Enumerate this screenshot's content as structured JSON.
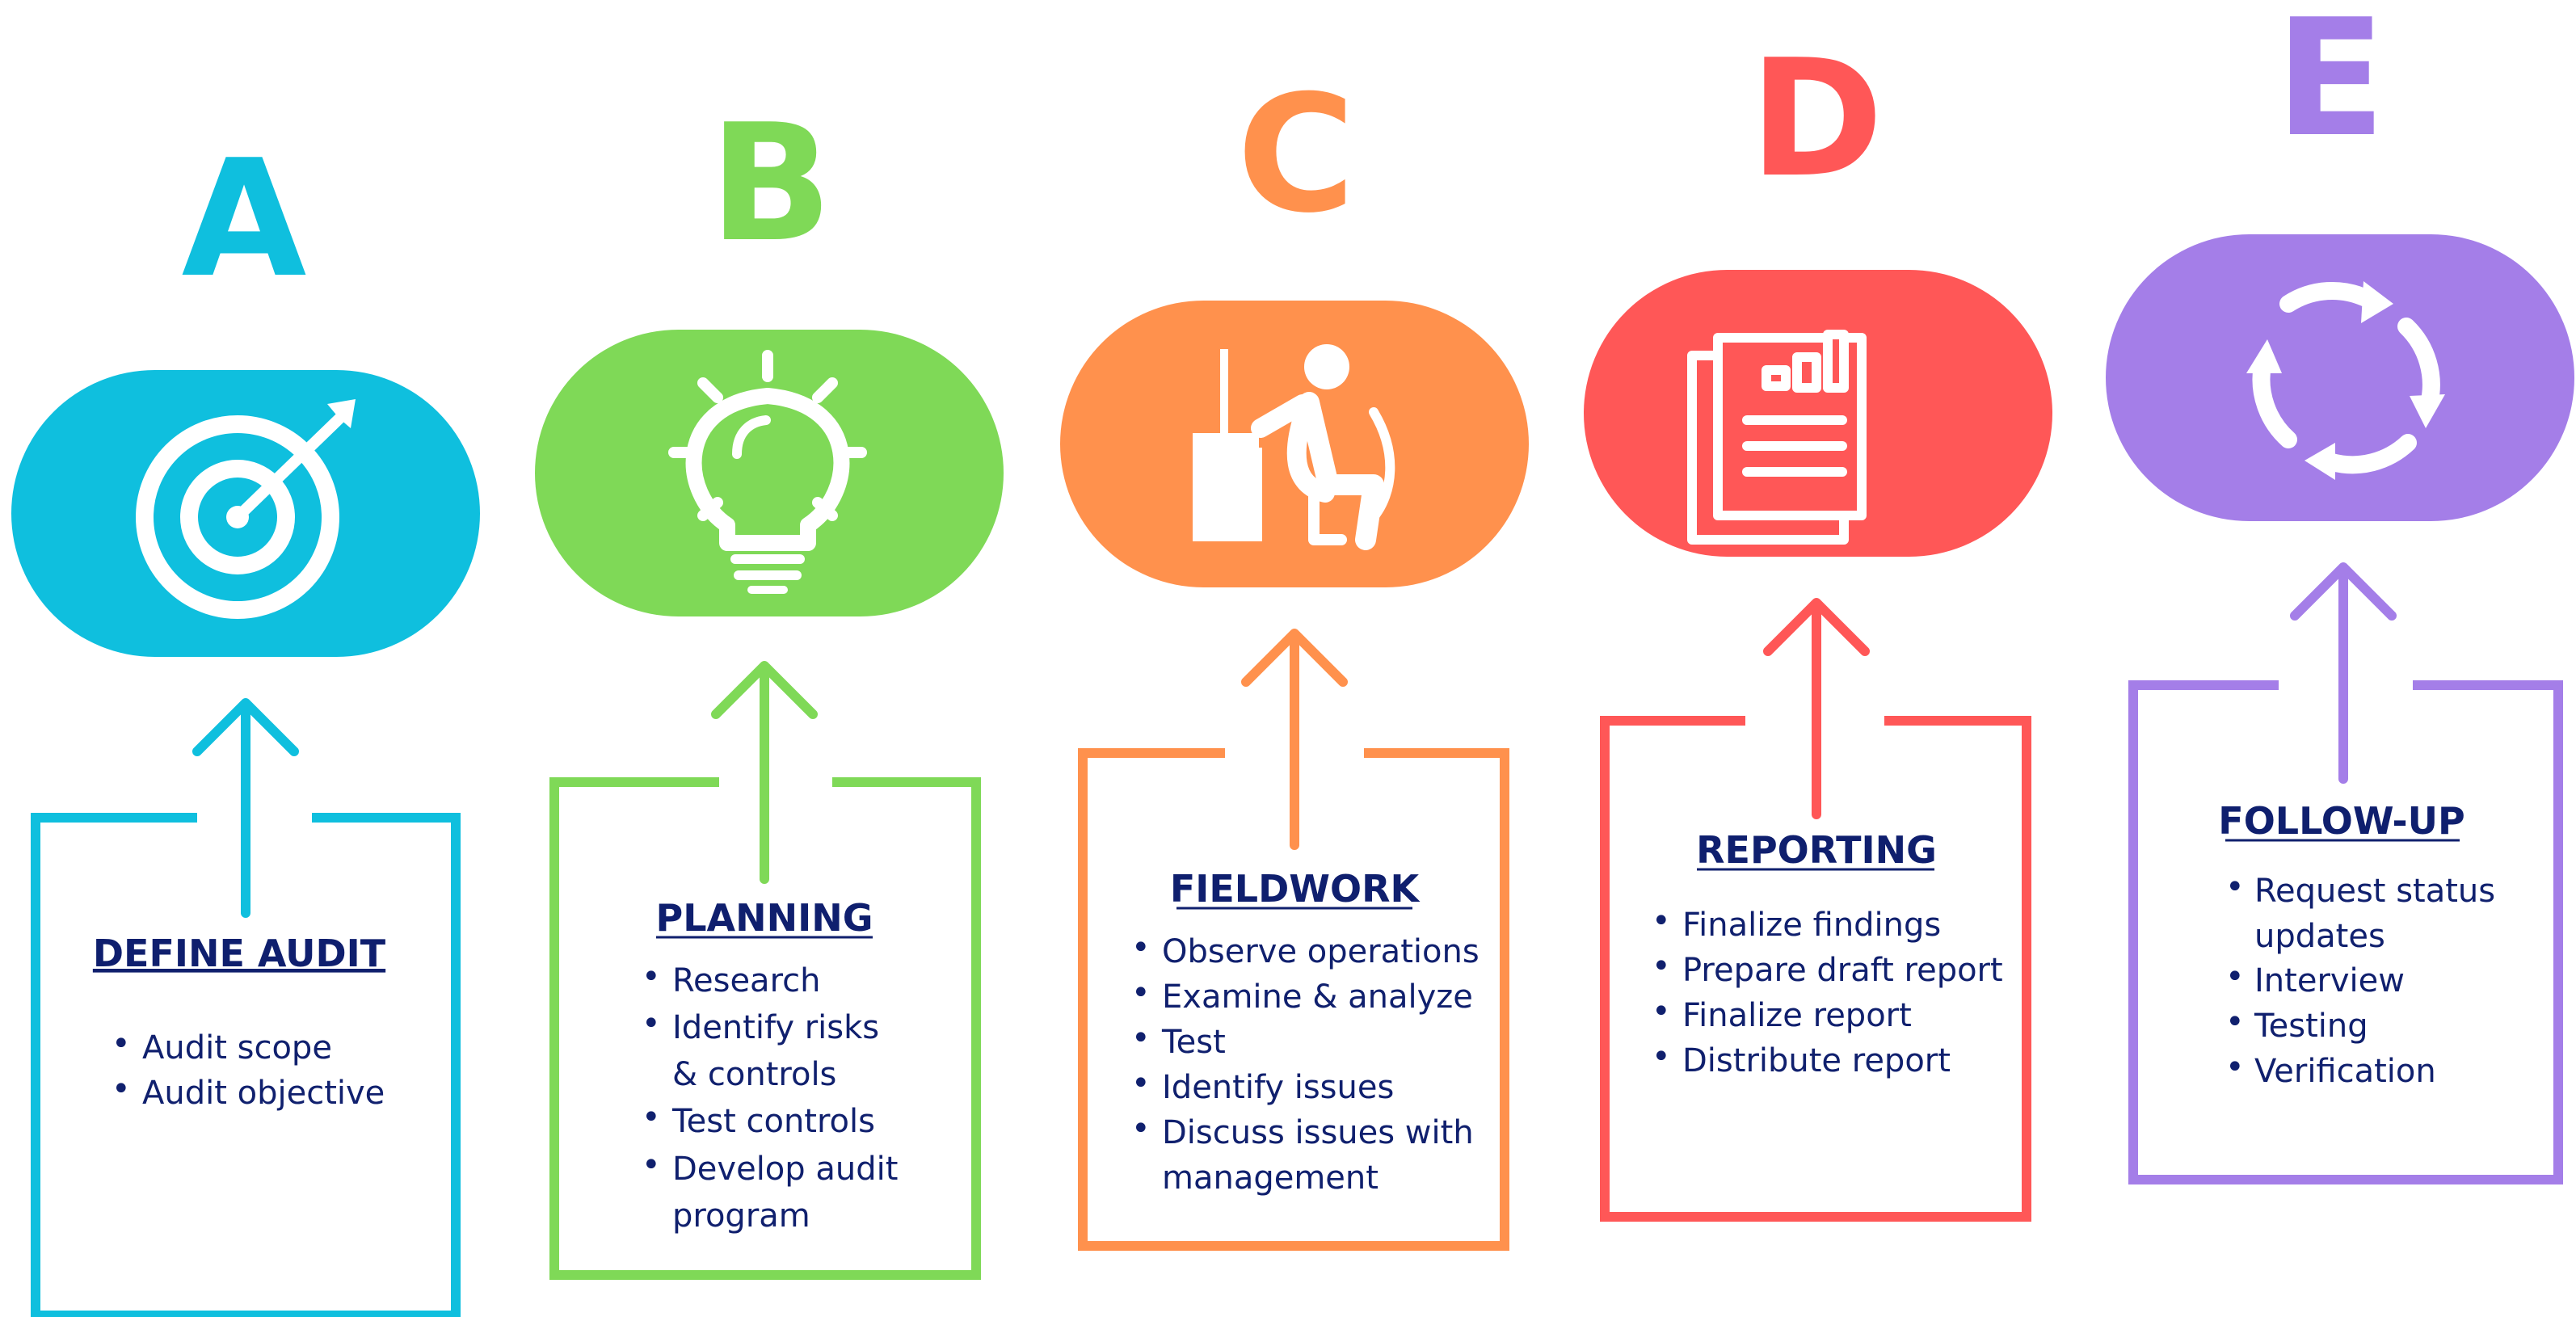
{
  "stages": [
    {
      "letter": "A",
      "title": "DEFINE AUDIT",
      "color": "#0fbfde",
      "icon": "target-icon",
      "items": [
        "Audit scope",
        "Audit objective"
      ]
    },
    {
      "letter": "B",
      "title": "PLANNING",
      "color": "#7fd957",
      "icon": "lightbulb-icon",
      "items": [
        "Research",
        "Identify risks",
        "& controls",
        "Test controls",
        "Develop audit",
        "program"
      ]
    },
    {
      "letter": "C",
      "title": "FIELDWORK",
      "color": "#ff914d",
      "icon": "person-at-desk-icon",
      "items": [
        "Observe operations",
        "Examine & analyze",
        "Test",
        "Identify issues",
        "Discuss issues with",
        "management"
      ]
    },
    {
      "letter": "D",
      "title": "REPORTING",
      "color": "#ff5757",
      "icon": "report-document-icon",
      "items": [
        "Finalize findings",
        "Prepare draft report",
        "Finalize report",
        "Distribute report"
      ]
    },
    {
      "letter": "E",
      "title": "FOLLOW-UP",
      "color": "#a47ee8",
      "icon": "cycle-arrows-icon",
      "items": [
        "Request status",
        "updates",
        "Interview",
        "Testing",
        "Verification"
      ]
    }
  ],
  "text_color": "#10206e"
}
